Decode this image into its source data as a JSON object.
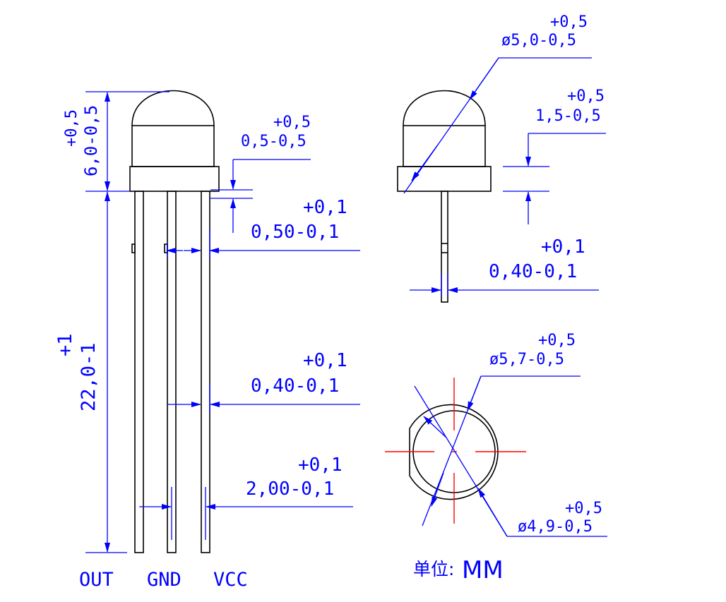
{
  "colors": {
    "outline": "#000000",
    "dimension": "#0000ff",
    "centerline": "#ff0000",
    "background": "#ffffff"
  },
  "dimensions": {
    "lens_height": {
      "tolerance": "+0,5",
      "value": "6,0-0,5"
    },
    "lead_length": {
      "tolerance": "+1",
      "value": "22,0-1"
    },
    "flange_offset": {
      "tolerance": "+0,5",
      "value": "0,5-0,5"
    },
    "lead_width_front": {
      "tolerance": "+0,1",
      "value": "0,50-0,1"
    },
    "lead_gap": {
      "tolerance": "+0,1",
      "value": "0,40-0,1"
    },
    "lead_pitch": {
      "tolerance": "+0,1",
      "value": "2,00-0,1"
    },
    "lens_diameter": {
      "tolerance": "+0,5",
      "value": "ø5,0-0,5"
    },
    "flange_height": {
      "tolerance": "+0,5",
      "value": "1,5-0,5"
    },
    "lead_thickness_side": {
      "tolerance": "+0,1",
      "value": "0,40-0,1"
    },
    "flange_diameter": {
      "tolerance": "+0,5",
      "value": "ø5,7-0,5"
    },
    "body_diameter": {
      "tolerance": "+0,5",
      "value": "ø4,9-0,5"
    }
  },
  "pin_labels": [
    "OUT",
    "GND",
    "VCC"
  ],
  "unit_note": {
    "label": "单位:",
    "value": "MM"
  }
}
